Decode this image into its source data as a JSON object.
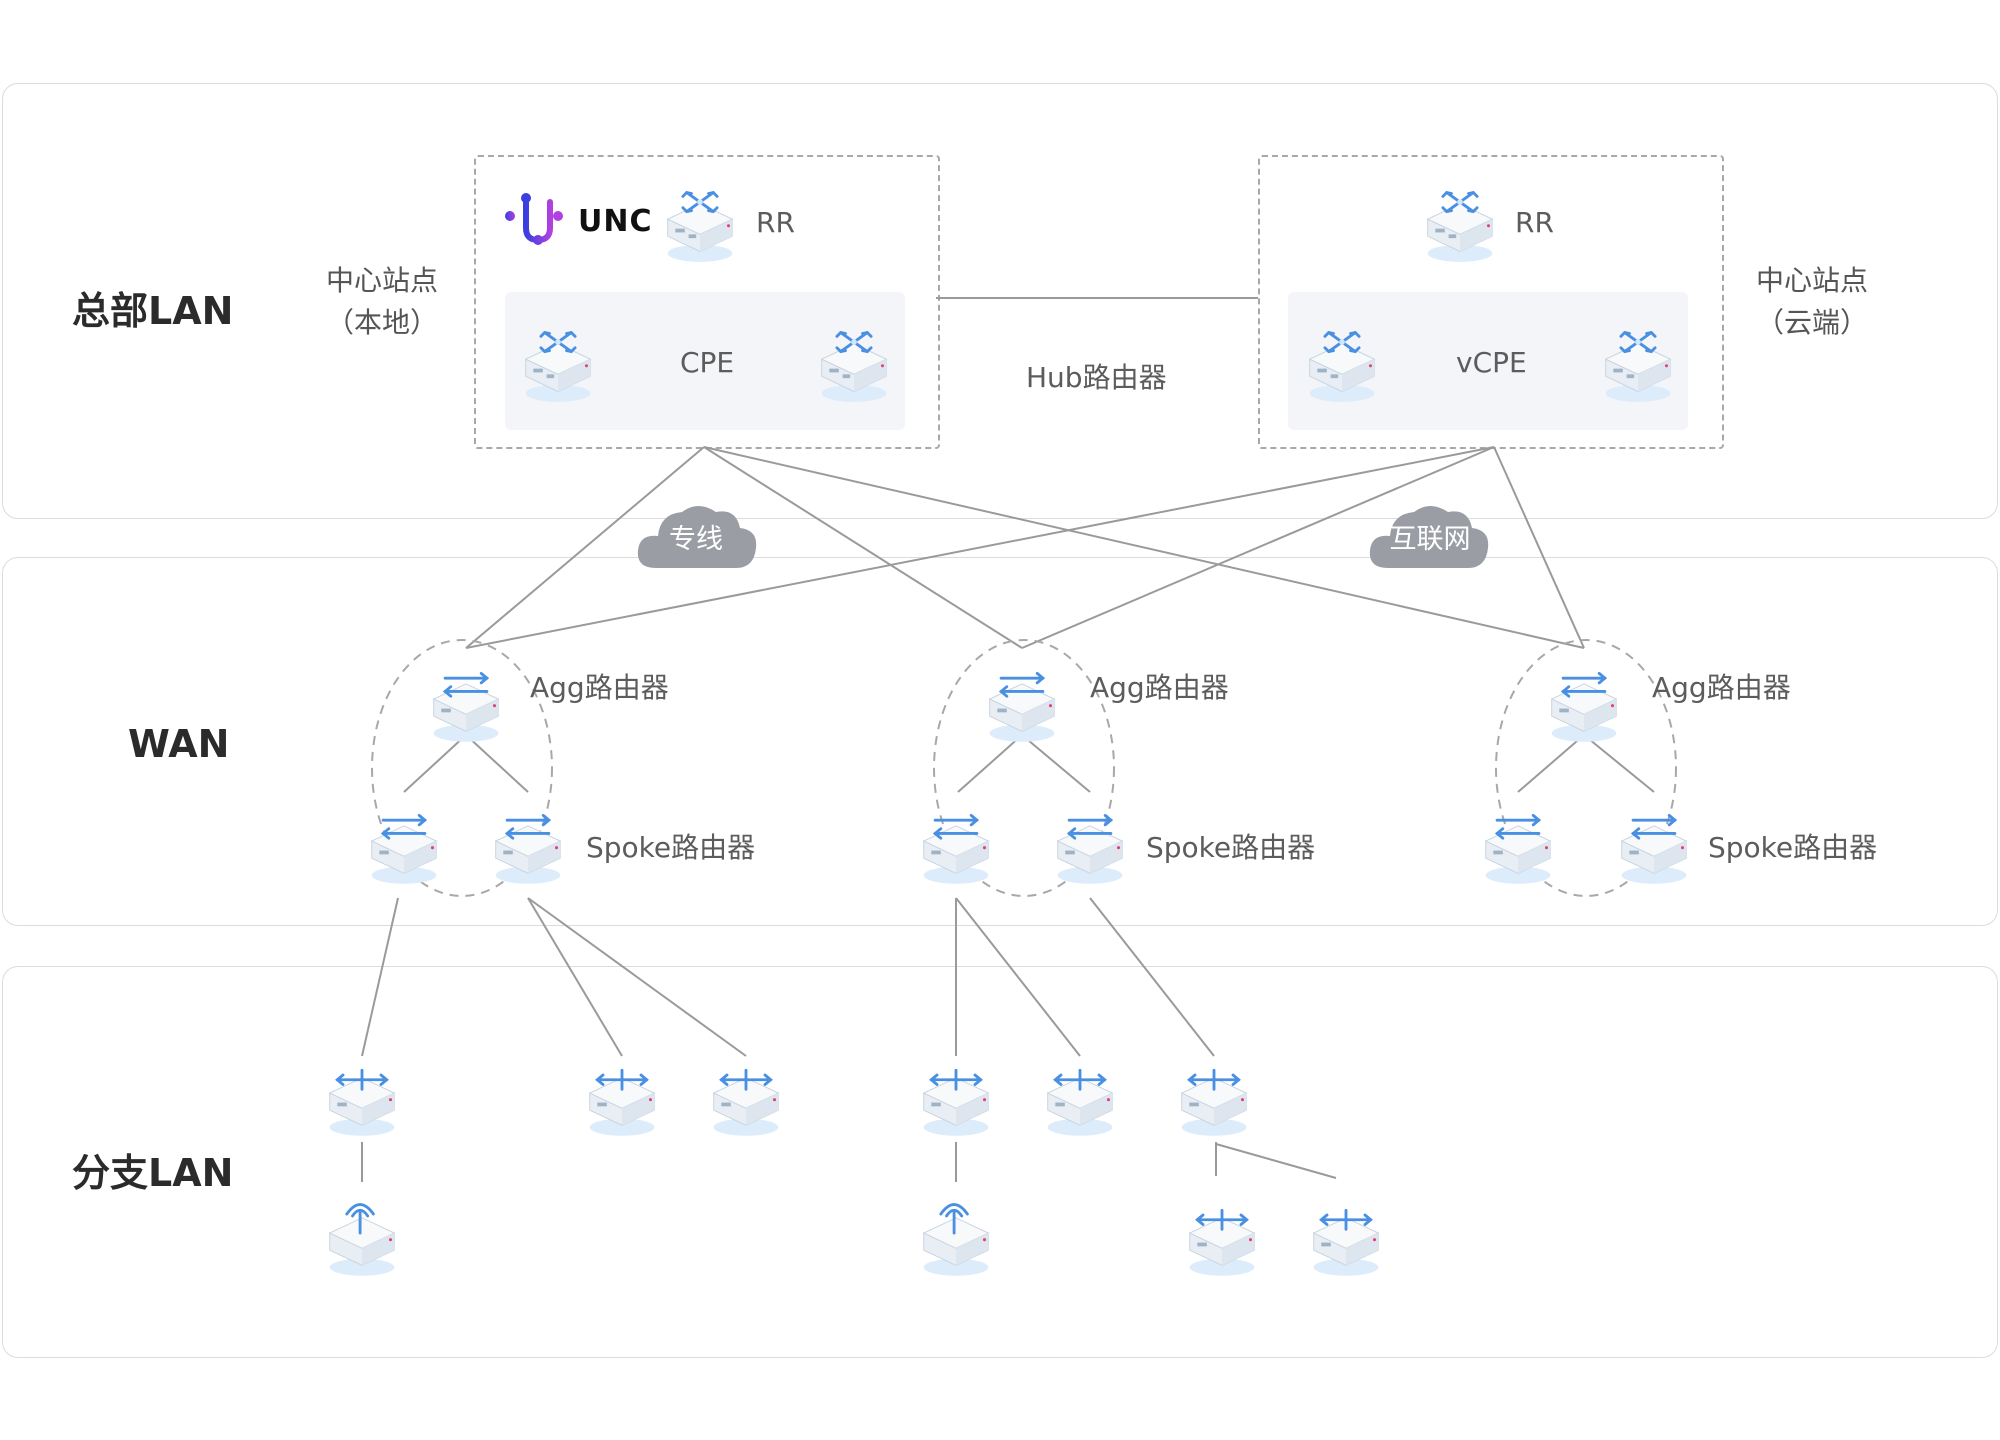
{
  "zones": {
    "hq": {
      "label": "总部LAN"
    },
    "wan": {
      "label": "WAN"
    },
    "branch": {
      "label": "分支LAN"
    }
  },
  "hq": {
    "local_site_line1": "中心站点",
    "local_site_line2": "（本地）",
    "cloud_site_line1": "中心站点",
    "cloud_site_line2": "（云端）",
    "logo_text": "UNC",
    "rr_left": "RR",
    "rr_right": "RR",
    "cpe": "CPE",
    "vcpe": "vCPE",
    "hub": "Hub路由器"
  },
  "clouds": {
    "leased": "专线",
    "internet": "互联网"
  },
  "wan": {
    "agg": [
      "Agg路由器",
      "Agg路由器",
      "Agg路由器"
    ],
    "spoke": [
      "Spoke路由器",
      "Spoke路由器",
      "Spoke路由器"
    ]
  },
  "colors": {
    "device_top": "#cfe6fb",
    "device_blue": "#4a90e2",
    "line": "#9a9a9a",
    "cloud": "#9a9ea4",
    "logo_gradient_start": "#3a3fe0",
    "logo_gradient_end": "#b040e0"
  },
  "icons": {
    "router": "router-icon",
    "switch": "switch-icon",
    "ap": "wireless-ap-icon",
    "cloud": "cloud-icon"
  }
}
